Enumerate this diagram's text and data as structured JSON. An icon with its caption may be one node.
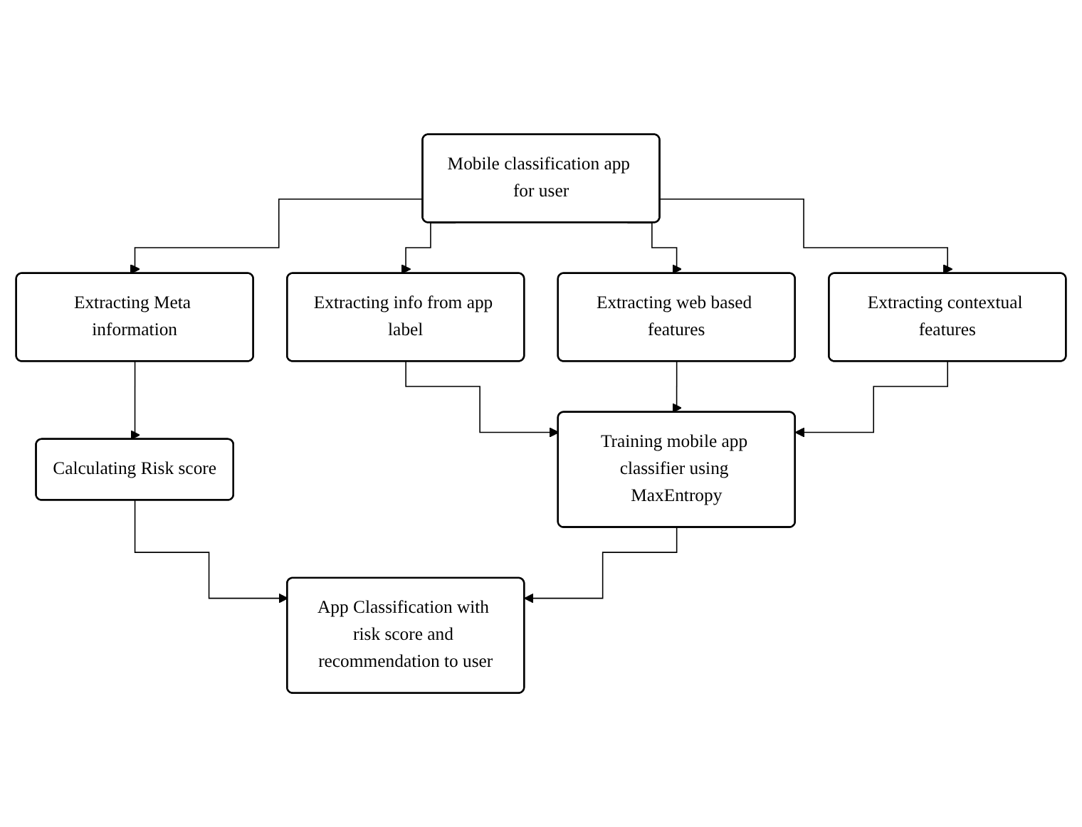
{
  "diagram": {
    "nodes": [
      {
        "text": [
          "Mobile classification app for user"
        ]
      },
      {
        "text": [
          "Extracting Meta information"
        ]
      },
      {
        "text": [
          "Extracting info from app label"
        ]
      },
      {
        "text": [
          "Extracting web based features"
        ]
      },
      {
        "text": [
          "Extracting contextual features"
        ]
      },
      {
        "text": [
          "Calculating Risk score"
        ]
      },
      {
        "text": [
          "Training mobile app classifier using MaxEntropy"
        ]
      },
      {
        "text": [
          "App Classification with risk score and recommendation to user"
        ]
      }
    ],
    "edges": [
      {
        "from": 0,
        "to": 1,
        "arrow": "to"
      },
      {
        "from": 0,
        "to": 2,
        "arrow": "to"
      },
      {
        "from": 0,
        "to": 3,
        "arrow": "to"
      },
      {
        "from": 0,
        "to": 4,
        "arrow": "to"
      },
      {
        "from": 1,
        "to": 5,
        "arrow": "to"
      },
      {
        "from": 2,
        "to": 6,
        "arrow": "to"
      },
      {
        "from": 3,
        "to": 6,
        "arrow": "to"
      },
      {
        "from": 4,
        "to": 6,
        "arrow": "to"
      },
      {
        "from": 5,
        "to": 7,
        "arrow": "to"
      },
      {
        "from": 6,
        "to": 7,
        "arrow": "to"
      }
    ]
  }
}
